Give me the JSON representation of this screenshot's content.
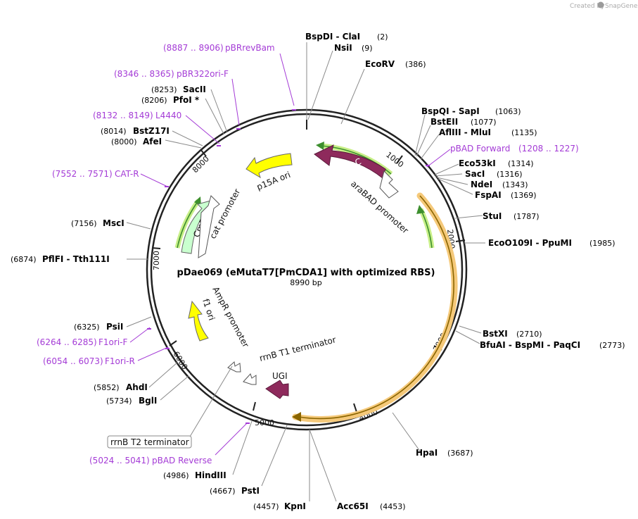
{
  "watermark": {
    "prefix": "Created by",
    "brand": "SnapGene"
  },
  "plasmid": {
    "name": "pDae069 (eMutaT7[PmCDA1] with optimized RBS)",
    "size": "8990 bp"
  },
  "ticks": [
    "1000",
    "2000",
    "3000",
    "4000",
    "5000",
    "6000",
    "7000",
    "8000"
  ],
  "sites": [
    {
      "id": "bspdi",
      "name": "BspDI  - ClaI",
      "pos": "(2)"
    },
    {
      "id": "nsii",
      "name": "NsiI",
      "pos": "(9)"
    },
    {
      "id": "ecorv",
      "name": "EcoRV",
      "pos": "(386)"
    },
    {
      "id": "bspqi",
      "name": "BspQI  - SapI",
      "pos": "(1063)"
    },
    {
      "id": "bsteii",
      "name": "BstEII",
      "pos": "(1077)"
    },
    {
      "id": "afliii",
      "name": "AflIII  - MluI",
      "pos": "(1135)"
    },
    {
      "id": "eco53ki",
      "name": "Eco53kI",
      "pos": "(1314)"
    },
    {
      "id": "saci",
      "name": "SacI",
      "pos": "(1316)"
    },
    {
      "id": "ndei",
      "name": "NdeI",
      "pos": "(1343)"
    },
    {
      "id": "fspai",
      "name": "FspAI",
      "pos": "(1369)"
    },
    {
      "id": "stui",
      "name": "StuI",
      "pos": "(1787)"
    },
    {
      "id": "eco0109i",
      "name": "EcoO109I  - PpuMI",
      "pos": "(1985)"
    },
    {
      "id": "bstxi",
      "name": "BstXI",
      "pos": "(2710)"
    },
    {
      "id": "bfuai",
      "name": "BfuAI  - BspMI  - PaqCI",
      "pos": "(2773)"
    },
    {
      "id": "hpai",
      "name": "HpaI",
      "pos": "(3687)"
    },
    {
      "id": "acc65i",
      "name": "Acc65I",
      "pos": "(4453)"
    },
    {
      "id": "kpni",
      "name": "KpnI",
      "pos": "(4457)"
    },
    {
      "id": "psti",
      "name": "PstI",
      "pos": "(4667)"
    },
    {
      "id": "hindiii",
      "name": "HindIII",
      "pos": "(4986)"
    },
    {
      "id": "bgli",
      "name": "BglI",
      "pos": "(5734)"
    },
    {
      "id": "ahdi",
      "name": "AhdI",
      "pos": "(5852)"
    },
    {
      "id": "psii",
      "name": "PsiI",
      "pos": "(6325)"
    },
    {
      "id": "pflfi",
      "name": "PflFI  - Tth111I",
      "pos": "(6874)"
    },
    {
      "id": "msci",
      "name": "MscI",
      "pos": "(7156)"
    },
    {
      "id": "afei",
      "name": "AfeI",
      "pos": "(8000)"
    },
    {
      "id": "bstz17i",
      "name": "BstZ17I",
      "pos": "(8014)"
    },
    {
      "id": "pfoi",
      "name": "PfoI *",
      "pos": "(8206)"
    },
    {
      "id": "sacii",
      "name": "SacII",
      "pos": "(8253)"
    }
  ],
  "primers": [
    {
      "id": "pbrrevbam",
      "name": "pBRrevBam",
      "range": "(8887 .. 8906)"
    },
    {
      "id": "pbr322ori",
      "name": "pBR322ori-F",
      "range": "(8346 .. 8365)"
    },
    {
      "id": "l4440",
      "name": "L4440",
      "range": "(8132 .. 8149)"
    },
    {
      "id": "pbadfwd",
      "name": "pBAD Forward",
      "range": "(1208 .. 1227)"
    },
    {
      "id": "catr",
      "name": "CAT-R",
      "range": "(7552 .. 7571)"
    },
    {
      "id": "f1orif",
      "name": "F1ori-F",
      "range": "(6264 .. 6285)"
    },
    {
      "id": "f1orir",
      "name": "F1ori-R",
      "range": "(6054 .. 6073)"
    },
    {
      "id": "pbadrev",
      "name": "pBAD Reverse",
      "range": "(5024 .. 5041)"
    }
  ],
  "features": {
    "arac": "araC",
    "arabad": "araBAD promoter",
    "p15a": "p15A ori",
    "cmr": "CmR",
    "cat": "cat promoter",
    "ampr": "AmpR promoter",
    "f1": "f1 ori",
    "rrnbt1": "rrnB T1 terminator",
    "ugi": "UGI",
    "rrnbt2": "rrnB T2 terminator"
  },
  "colors": {
    "backbone": "#222222",
    "arac": "#8e2a5c",
    "ori": "#ffff00",
    "cmr": "#c9ffcf",
    "orf_outline": "#f5c97a",
    "orf_line": "#8a6500",
    "green_arrow": "#3d8f2e",
    "green_glow": "#c8ef88",
    "primer": "#a43bd6"
  }
}
